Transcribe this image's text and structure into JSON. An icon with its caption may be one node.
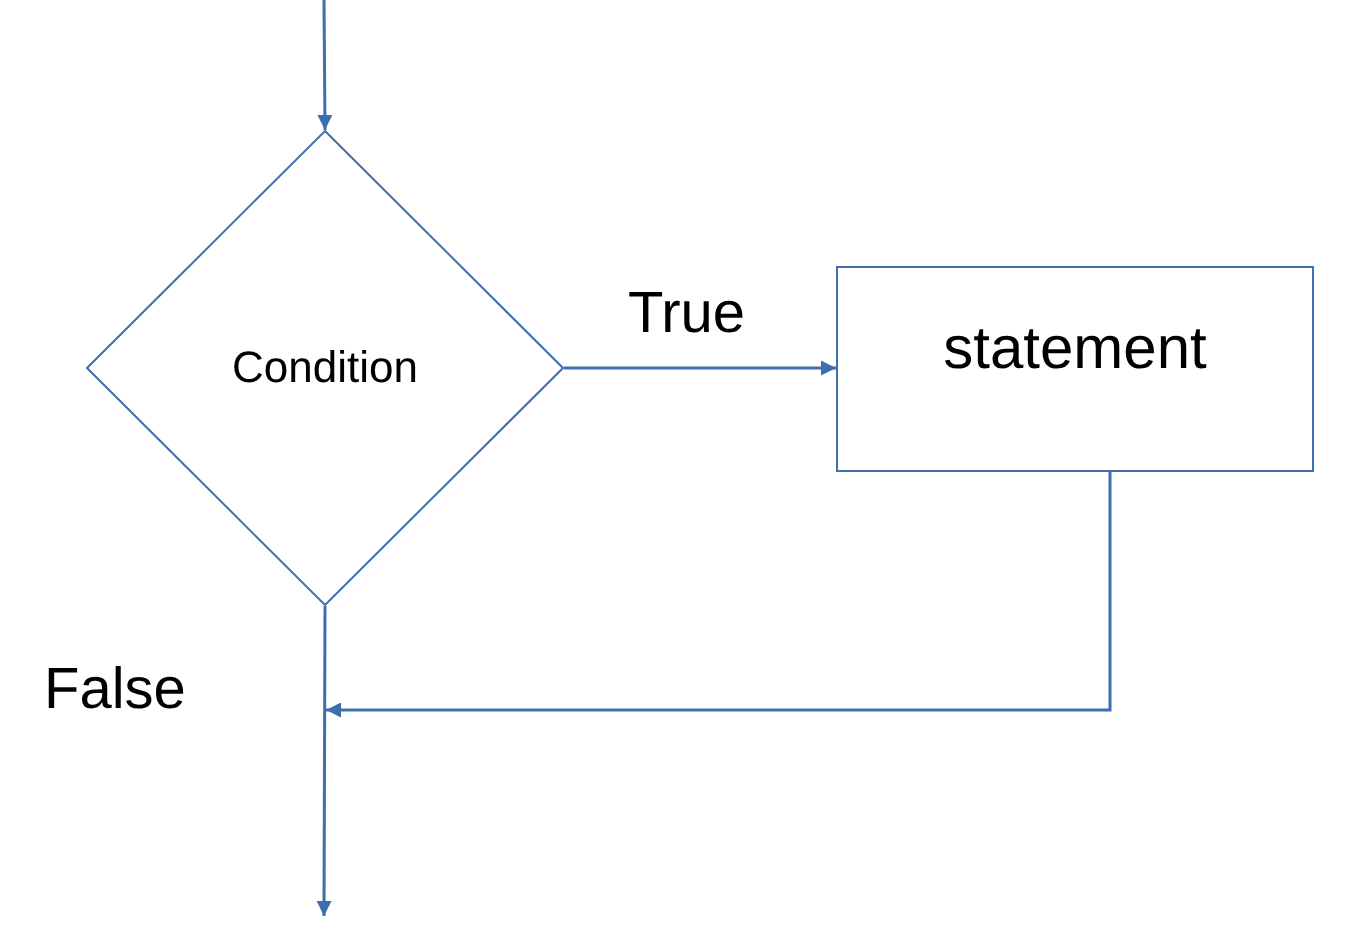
{
  "diagram": {
    "nodes": [
      {
        "text": [
          "Condition"
        ]
      },
      {
        "text": [
          "statement"
        ]
      }
    ],
    "edges": [
      {
        "from": null,
        "to": 0,
        "arrow": "to"
      },
      {
        "from": 0,
        "to": 1,
        "arrow": "to",
        "label": "True"
      },
      {
        "from": 1,
        "to": null,
        "arrow": "to"
      },
      {
        "from": 0,
        "to": null,
        "arrow": "to",
        "label": "False"
      }
    ]
  }
}
